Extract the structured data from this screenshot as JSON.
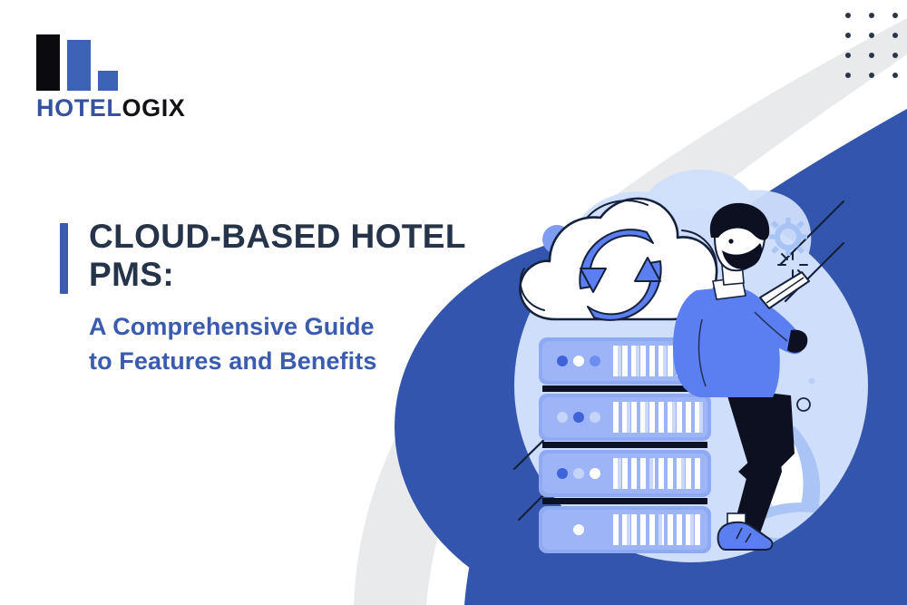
{
  "brand": {
    "logo_word_part1": "HOTEL",
    "logo_word_part2": "OGIX",
    "logo_alt": "Hotelogix logo",
    "bar_black_color": "#0b0b0f",
    "bar_blue_color": "#3b62b5",
    "word_blue_color": "#33539e",
    "word_black_color": "#111216"
  },
  "decor": {
    "dot_grid_rows": 4,
    "dot_grid_cols": 3,
    "dot_color": "#2b3648"
  },
  "hero": {
    "accent_bar_color": "#3a5bb0",
    "title": "CLOUD-BASED HOTEL PMS:",
    "title_color": "#253449",
    "subtitle_line1": "A Comprehensive Guide",
    "subtitle_line2": "to Features and Benefits",
    "subtitle_color": "#3a5bb0"
  },
  "illustration": {
    "name": "cloud-pms-server-illustration",
    "description": "Man in blue sweater leaning on a stack of server racks with a cloud and sync arrows above",
    "colors": {
      "primary_blue": "#3355ae",
      "mid_blue": "#5b7ff0",
      "light_blue": "#b9cdf7",
      "pale_blue": "#d8e4fb",
      "gray_band": "#e7e8ea",
      "ink": "#151b2b",
      "white": "#ffffff"
    },
    "elements": [
      "cloud-icon",
      "sync-arrows-icon",
      "server-rack",
      "person-figure",
      "gear-icon",
      "leaf-decoration",
      "circle-decoration"
    ],
    "server_rack_count": 4
  }
}
